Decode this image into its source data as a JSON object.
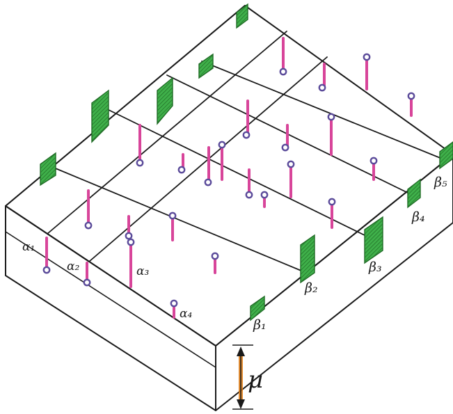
{
  "diagram": {
    "colors": {
      "ink": "#1a1a1a",
      "flux_tube": "#d8459a",
      "tube_end": "#5b4b9a",
      "distribution": "#3fb04a",
      "distribution_stroke": "#1f6b25",
      "arrow": "#e07b10",
      "background": "#ffffff"
    },
    "alpha_labels": {
      "a1": "α₁",
      "a2": "α₂",
      "a3": "α₃",
      "a4": "α₄"
    },
    "beta_labels": {
      "b1": "β₁",
      "b2": "β₂",
      "b3": "β₃",
      "b4": "β₄",
      "b5": "β₅"
    },
    "thickness_label": "μ",
    "icons": {
      "thickness_arrow": "double-headed-vertical-arrow",
      "distribution_marker": "hatched-green-parallelogram",
      "flux_tube": "pink-vertical-tube"
    }
  }
}
